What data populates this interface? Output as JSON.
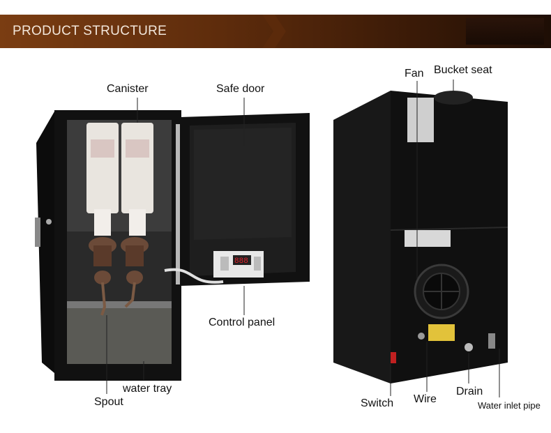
{
  "banner": {
    "title": "PRODUCT STRUCTURE"
  },
  "labels": {
    "canister": "Canister",
    "safe_door": "Safe door",
    "control_panel": "Control panel",
    "spout": "Spout",
    "water_tray": "water tray",
    "fan": "Fan",
    "bucket_seat": "Bucket seat",
    "switch": "Switch",
    "wire": "Wire",
    "drain": "Drain",
    "water_inlet_pipe": "Water inlet pipe"
  },
  "display": {
    "readout": "888"
  },
  "colors": {
    "banner_dark": "#3a1a07",
    "banner_light": "#7a3d12",
    "machine_body": "#151515",
    "display_red": "#e8202a"
  }
}
